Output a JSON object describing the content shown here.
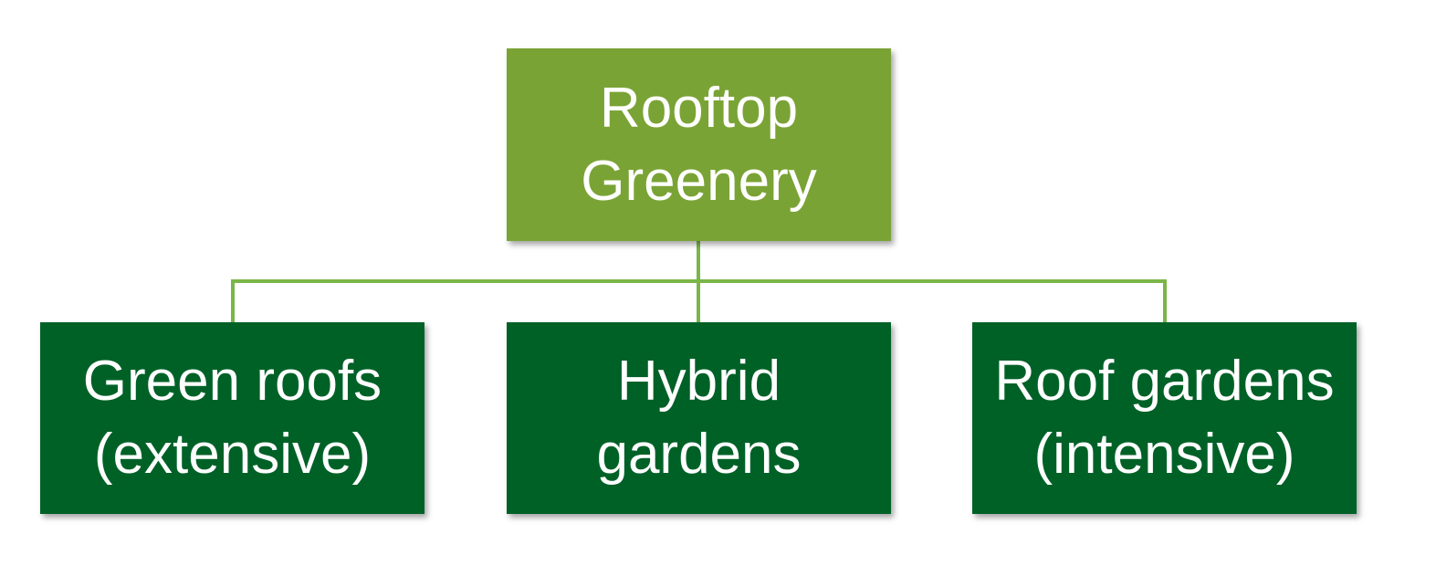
{
  "colors": {
    "root_fill": "#7aa335",
    "child_fill": "#006127",
    "connector": "#7ab648",
    "text": "#ffffff"
  },
  "root": {
    "lines": [
      "Rooftop",
      "Greenery"
    ]
  },
  "children": [
    {
      "lines": [
        "Green roofs",
        "(extensive)"
      ]
    },
    {
      "lines": [
        "Hybrid",
        "gardens"
      ]
    },
    {
      "lines": [
        "Roof gardens",
        "(intensive)"
      ]
    }
  ]
}
